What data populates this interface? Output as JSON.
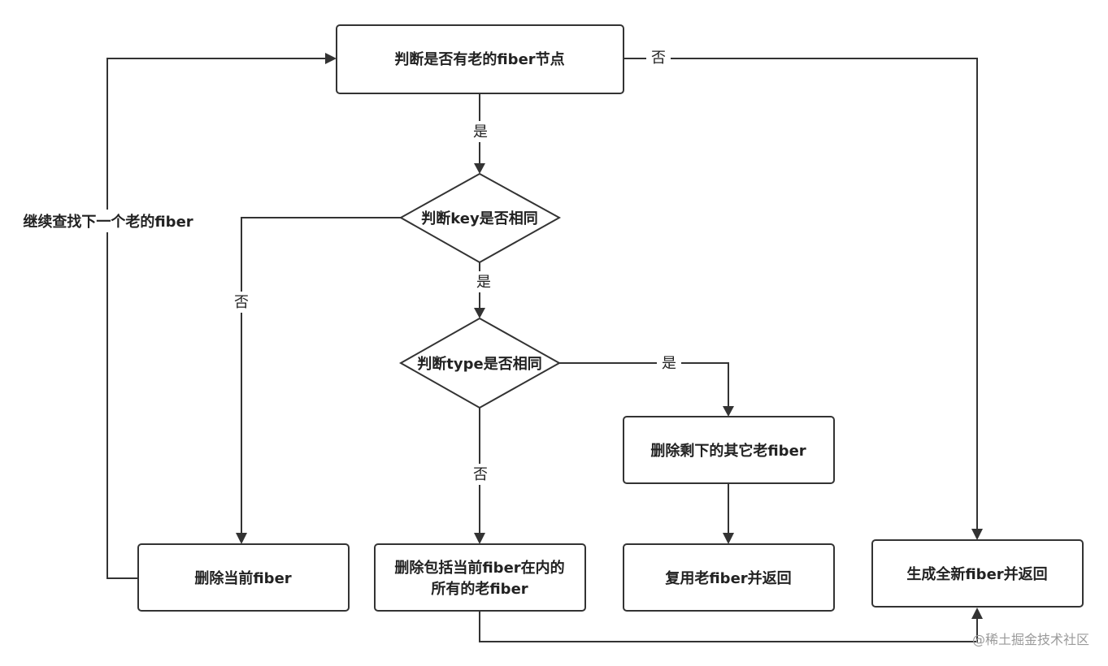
{
  "nodes": {
    "check_old_fiber": "判断是否有老的fiber节点",
    "check_key": "判断key是否相同",
    "check_type": "判断type是否相同",
    "delete_current": "删除当前fiber",
    "delete_all_line1": "删除包括当前fiber在内的",
    "delete_all_line2": "所有的老fiber",
    "delete_rest": "删除剩下的其它老fiber",
    "reuse_old": "复用老fiber并返回",
    "create_new": "生成全新fiber并返回"
  },
  "edges": {
    "old_fiber_no": "否",
    "old_fiber_yes": "是",
    "key_no": "否",
    "key_yes": "是",
    "type_yes": "是",
    "type_no": "否",
    "continue_search": "继续查找下一个老的fiber"
  },
  "watermark": "@稀土掘金技术社区"
}
